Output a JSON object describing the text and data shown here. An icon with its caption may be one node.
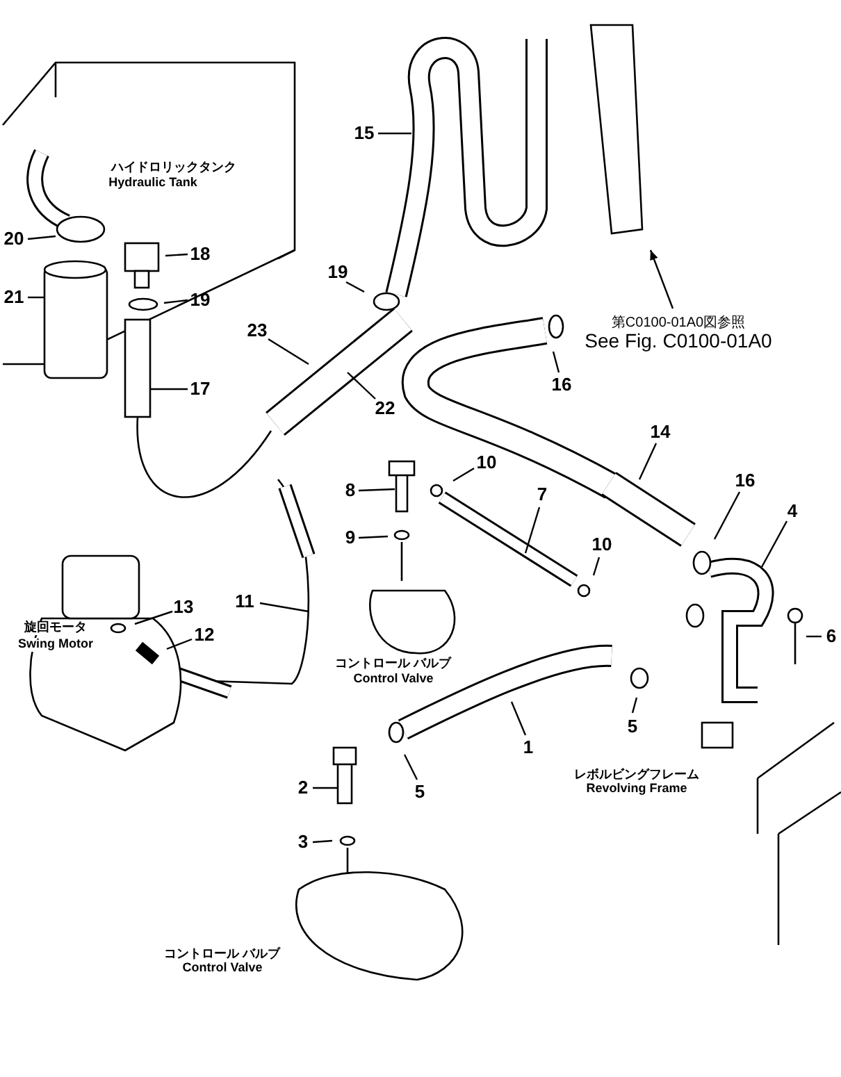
{
  "diagram": {
    "nodes": [
      {
        "text": [
          "15"
        ]
      },
      {
        "text": [
          "20"
        ]
      },
      {
        "text": [
          "18"
        ]
      },
      {
        "text": [
          "21"
        ]
      },
      {
        "text": [
          "19"
        ]
      },
      {
        "text": [
          "17"
        ]
      },
      {
        "text": [
          "19"
        ]
      },
      {
        "text": [
          "23"
        ]
      },
      {
        "text": [
          "22"
        ]
      },
      {
        "text": [
          "16"
        ]
      },
      {
        "text": [
          "14"
        ]
      },
      {
        "text": [
          "10"
        ]
      },
      {
        "text": [
          "8"
        ]
      },
      {
        "text": [
          "9"
        ]
      },
      {
        "text": [
          "7"
        ]
      },
      {
        "text": [
          "10"
        ]
      },
      {
        "text": [
          "16"
        ]
      },
      {
        "text": [
          "4"
        ]
      },
      {
        "text": [
          "11"
        ]
      },
      {
        "text": [
          "13"
        ]
      },
      {
        "text": [
          "12"
        ]
      },
      {
        "text": [
          "6"
        ]
      },
      {
        "text": [
          "1"
        ]
      },
      {
        "text": [
          "5"
        ]
      },
      {
        "text": [
          "5"
        ]
      },
      {
        "text": [
          "2"
        ]
      },
      {
        "text": [
          "3"
        ]
      },
      {
        "text": [
          "第C0100-01A0図参照",
          "See Fig. C0100-01A0"
        ]
      }
    ],
    "edges": [
      {
        "from": 0,
        "to": null,
        "arrow": "none"
      },
      {
        "from": 1,
        "to": null,
        "arrow": "none"
      },
      {
        "from": 2,
        "to": null,
        "arrow": "none"
      },
      {
        "from": 3,
        "to": null,
        "arrow": "none"
      },
      {
        "from": 4,
        "to": null,
        "arrow": "none"
      },
      {
        "from": 5,
        "to": null,
        "arrow": "none"
      },
      {
        "from": 6,
        "to": null,
        "arrow": "none"
      },
      {
        "from": 7,
        "to": null,
        "arrow": "none"
      },
      {
        "from": 8,
        "to": null,
        "arrow": "none"
      },
      {
        "from": 9,
        "to": null,
        "arrow": "none"
      },
      {
        "from": 10,
        "to": null,
        "arrow": "none"
      },
      {
        "from": 11,
        "to": null,
        "arrow": "none"
      },
      {
        "from": 12,
        "to": null,
        "arrow": "none"
      },
      {
        "from": 13,
        "to": null,
        "arrow": "none"
      },
      {
        "from": 14,
        "to": null,
        "arrow": "none"
      },
      {
        "from": 15,
        "to": null,
        "arrow": "none"
      },
      {
        "from": 16,
        "to": null,
        "arrow": "none"
      },
      {
        "from": 17,
        "to": null,
        "arrow": "none"
      },
      {
        "from": 18,
        "to": null,
        "arrow": "none"
      },
      {
        "from": 19,
        "to": null,
        "arrow": "none"
      },
      {
        "from": 20,
        "to": null,
        "arrow": "none"
      },
      {
        "from": 21,
        "to": null,
        "arrow": "none"
      },
      {
        "from": 22,
        "to": null,
        "arrow": "none"
      },
      {
        "from": 23,
        "to": null,
        "arrow": "none"
      },
      {
        "from": 24,
        "to": null,
        "arrow": "none"
      },
      {
        "from": 25,
        "to": null,
        "arrow": "none"
      },
      {
        "from": 26,
        "to": null,
        "arrow": "none"
      },
      {
        "from": 27,
        "to": null,
        "arrow": "to"
      }
    ],
    "labels": [
      "ハイドロリックタンク",
      "Hydraulic Tank",
      "旋回モータ",
      "Swing Motor",
      "コントロール バルブ",
      "Control Valve",
      "レボルビングフレーム",
      "Revolving Frame",
      "コントロール バルブ",
      "Control Valve"
    ]
  }
}
